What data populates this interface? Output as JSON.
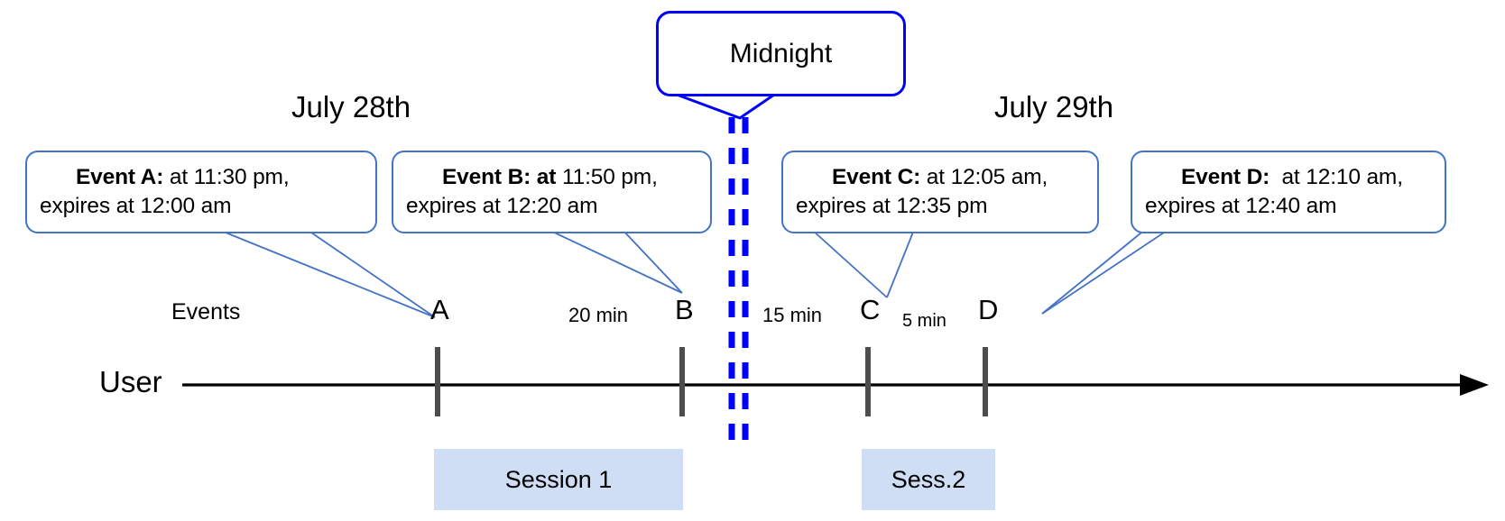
{
  "diagram": {
    "title_midnight": "Midnight",
    "axis_label": "User",
    "row_label": "Events",
    "dates": [
      {
        "id": "left",
        "label": "July 28th"
      },
      {
        "id": "right",
        "label": "July 29th"
      }
    ],
    "callouts": [
      {
        "id": "event-a",
        "bold": "Event A:",
        "rest": " at 11:30 pm,\nexpires at 12:00 am"
      },
      {
        "id": "event-b",
        "bold": "Event B: at",
        "rest": " 11:50 pm,\nexpires at 12:20 am"
      },
      {
        "id": "event-c",
        "bold": "Event C:",
        "rest": " at 12:05 am,\nexpires at 12:35 pm"
      },
      {
        "id": "event-d",
        "bold": "Event D:",
        "rest": "  at 12:10 am,\nexpires at 12:40 am"
      }
    ],
    "event_marks": [
      {
        "id": "A",
        "label": "A"
      },
      {
        "id": "B",
        "label": "B"
      },
      {
        "id": "C",
        "label": "C"
      },
      {
        "id": "D",
        "label": "D"
      }
    ],
    "intervals": [
      {
        "id": "a-b",
        "label": "20 min"
      },
      {
        "id": "b-c",
        "label": "15 min"
      },
      {
        "id": "c-d",
        "label": "5 min"
      }
    ],
    "sessions": [
      {
        "id": "session-1",
        "label": "Session 1"
      },
      {
        "id": "session-2",
        "label": "Sess.2"
      }
    ],
    "colors": {
      "callout_border": "#4472C4",
      "midnight_border": "#0000FF",
      "session_fill": "#CFDDF5",
      "axis": "#000000",
      "tick": "#4D4D4D",
      "leader": "#4472C4"
    }
  }
}
